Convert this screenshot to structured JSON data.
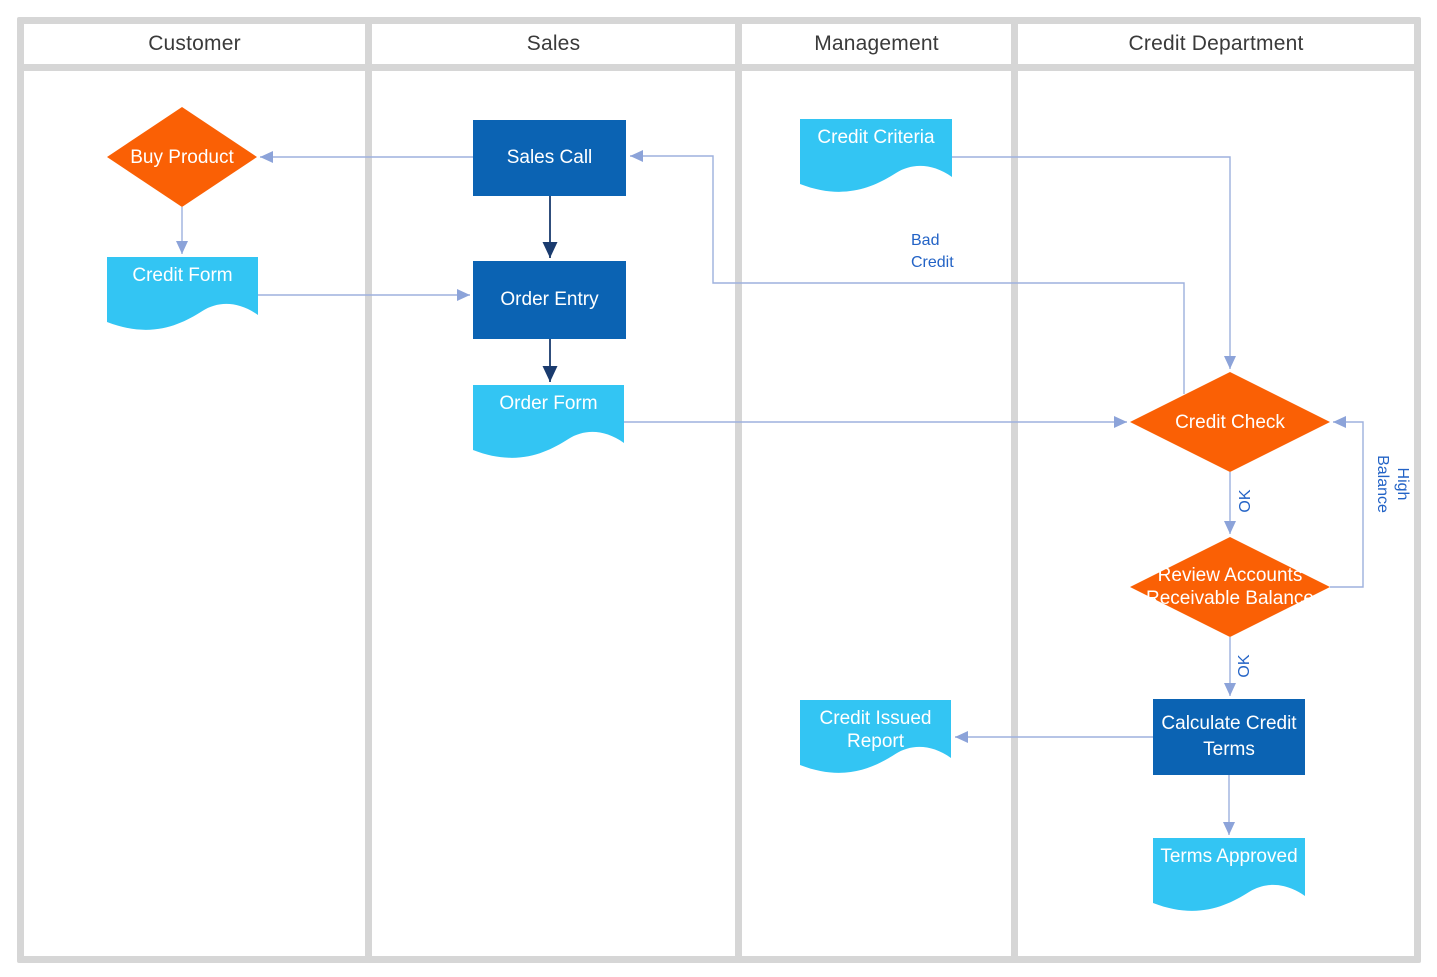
{
  "lanes": [
    {
      "label": "Customer"
    },
    {
      "label": "Sales"
    },
    {
      "label": "Management"
    },
    {
      "label": "Credit Department"
    }
  ],
  "nodes": {
    "buy_product": {
      "type": "decision",
      "lane": "Customer",
      "label": "Buy Product"
    },
    "credit_form": {
      "type": "document",
      "lane": "Customer",
      "label": "Credit Form"
    },
    "sales_call": {
      "type": "process",
      "lane": "Sales",
      "label": "Sales Call"
    },
    "order_entry": {
      "type": "process",
      "lane": "Sales",
      "label": "Order Entry"
    },
    "order_form": {
      "type": "document",
      "lane": "Sales",
      "label": "Order Form"
    },
    "credit_criteria": {
      "type": "document",
      "lane": "Management",
      "label": "Credit Criteria"
    },
    "credit_issued_report": {
      "type": "document",
      "lane": "Management",
      "label": "Credit Issued Report",
      "lines": [
        "Credit Issued",
        "Report"
      ]
    },
    "credit_check": {
      "type": "decision",
      "lane": "Credit Department",
      "label": "Credit Check"
    },
    "review_ar": {
      "type": "decision",
      "lane": "Credit Department",
      "label": "Review Accounts Receivable Balance",
      "lines": [
        "Review Accounts",
        "Receivable Balance"
      ]
    },
    "calculate_credit_terms": {
      "type": "process",
      "lane": "Credit Department",
      "label": "Calculate Credit Terms",
      "lines": [
        "Calculate Credit",
        "Terms"
      ]
    },
    "terms_approved": {
      "type": "document",
      "lane": "Credit Department",
      "label": "Terms Approved"
    }
  },
  "connector_labels": {
    "bad_credit": {
      "lines": [
        "Bad",
        "Credit"
      ]
    },
    "ok_credit_check": "OK",
    "ok_review": "OK",
    "high_balance": {
      "lines": [
        "High",
        "Balance"
      ]
    }
  },
  "edges": [
    {
      "from": "sales_call",
      "to": "buy_product",
      "label": ""
    },
    {
      "from": "buy_product",
      "to": "credit_form",
      "label": ""
    },
    {
      "from": "sales_call",
      "to": "order_entry",
      "label": ""
    },
    {
      "from": "credit_form",
      "to": "order_entry",
      "label": ""
    },
    {
      "from": "order_entry",
      "to": "order_form",
      "label": ""
    },
    {
      "from": "order_form",
      "to": "credit_check",
      "label": ""
    },
    {
      "from": "credit_criteria",
      "to": "credit_check",
      "label": ""
    },
    {
      "from": "credit_check",
      "to": "sales_call",
      "label": "Bad Credit"
    },
    {
      "from": "credit_check",
      "to": "review_ar",
      "label": "OK"
    },
    {
      "from": "review_ar",
      "to": "credit_check",
      "label": "High Balance"
    },
    {
      "from": "review_ar",
      "to": "calculate_credit_terms",
      "label": "OK"
    },
    {
      "from": "calculate_credit_terms",
      "to": "credit_issued_report",
      "label": ""
    },
    {
      "from": "calculate_credit_terms",
      "to": "terms_approved",
      "label": ""
    }
  ],
  "colors": {
    "process_fill": "#0b63b3",
    "document_fill": "#33c5f3",
    "decision_fill": "#fa6005",
    "shape_text": "#ffffff",
    "connector": "#9db0dd",
    "connector_arrow": "#8ca3d9",
    "connector_dark": "#1a3b6e",
    "edge_label_text": "#2363c6",
    "lane_border": "#d6d6d6",
    "lane_header_text": "#3a3a3a",
    "background": "#ffffff"
  }
}
